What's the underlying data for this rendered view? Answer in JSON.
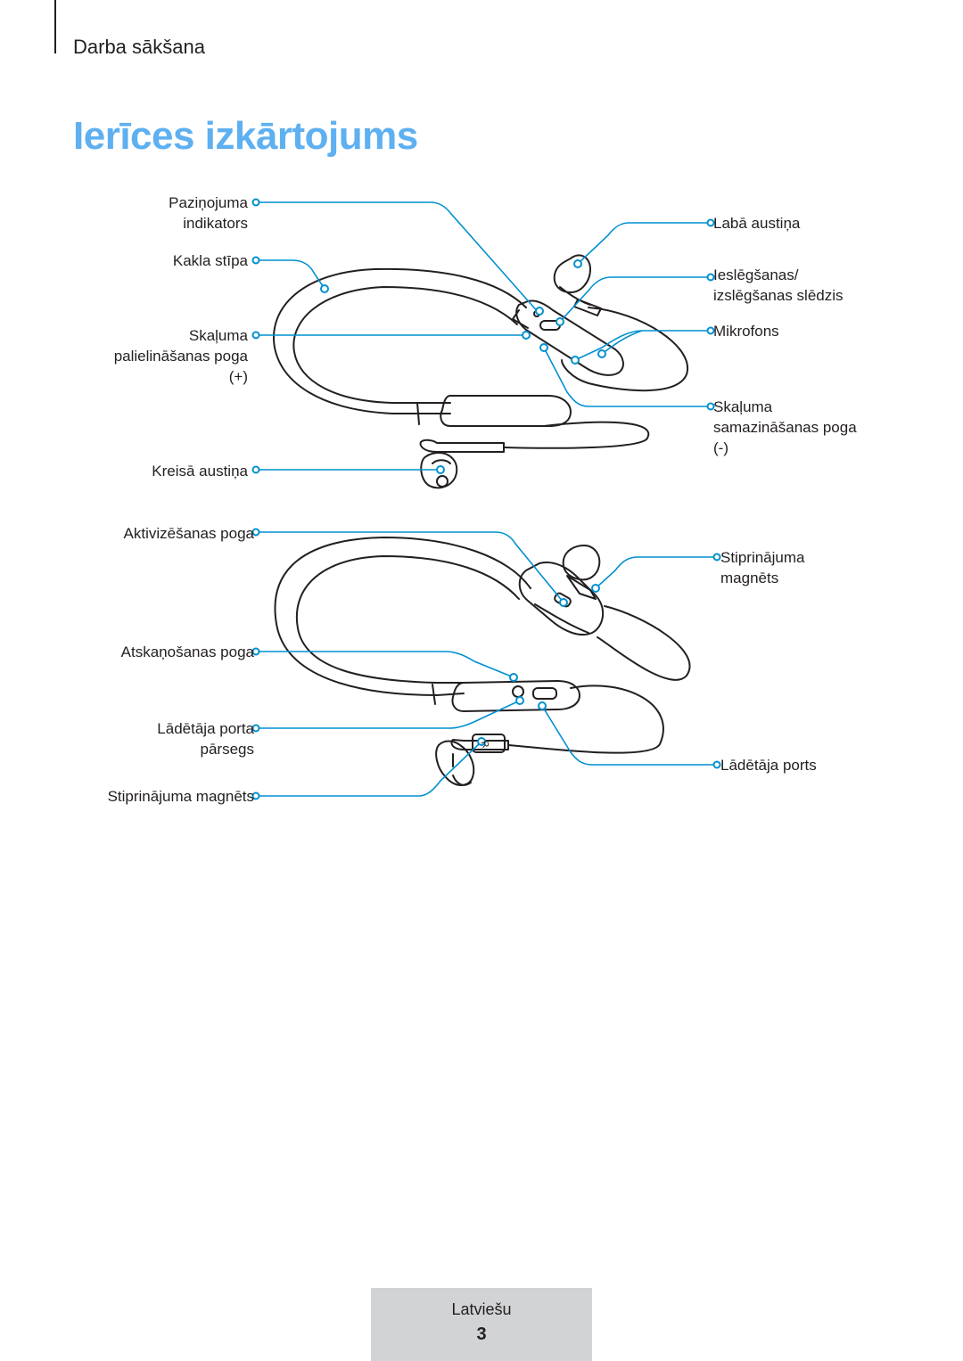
{
  "header": {
    "section": "Darba sākšana",
    "title": "Ierīces izkārtojums"
  },
  "figure_top": {
    "labels_left": {
      "notification": [
        "Paziņojuma",
        "indikators"
      ],
      "neckband": "Kakla stīpa",
      "vol_up": [
        "Skaļuma",
        "palielināšanas poga",
        "(+)"
      ],
      "left_earbud": "Kreisā austiņa"
    },
    "labels_right": {
      "right_earbud": "Labā austiņa",
      "power_switch": [
        "Ieslēgšanas/",
        "izslēgšanas slēdzis"
      ],
      "microphone": "Mikrofons",
      "vol_down": [
        "Skaļuma",
        "samazināšanas poga",
        "(-)"
      ]
    }
  },
  "figure_bottom": {
    "labels_left": {
      "activation": "Aktivizēšanas poga",
      "play": "Atskaņošanas poga",
      "charger_cover": [
        "Lādētāja porta",
        "pārsegs"
      ],
      "magnet_left": "Stiprinājuma magnēts"
    },
    "labels_right": {
      "magnet_right": [
        "Stiprinājuma",
        "magnēts"
      ],
      "charger_port": "Lādētāja ports"
    }
  },
  "footer": {
    "language": "Latviešu",
    "page_number": "3"
  },
  "colors": {
    "title": "#5eb0f0",
    "callout": "#0090d0",
    "footer_bg": "#d1d3d4"
  }
}
